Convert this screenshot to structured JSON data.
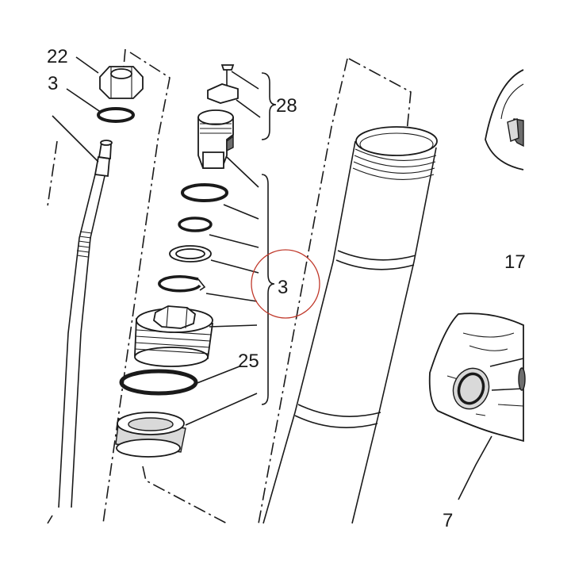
{
  "labels": {
    "part_22": "22",
    "part_3_left": "3",
    "part_28": "28",
    "part_3_group": "3",
    "part_25": "25",
    "part_17": "17",
    "part_7": "7"
  },
  "highlight": {
    "color": "#c0392b",
    "target": "part_3_group"
  },
  "colors": {
    "line": "#1a1a1a",
    "shade": "#d9d9d9",
    "dark_shade": "#6e6e6e",
    "background": "#ffffff"
  }
}
